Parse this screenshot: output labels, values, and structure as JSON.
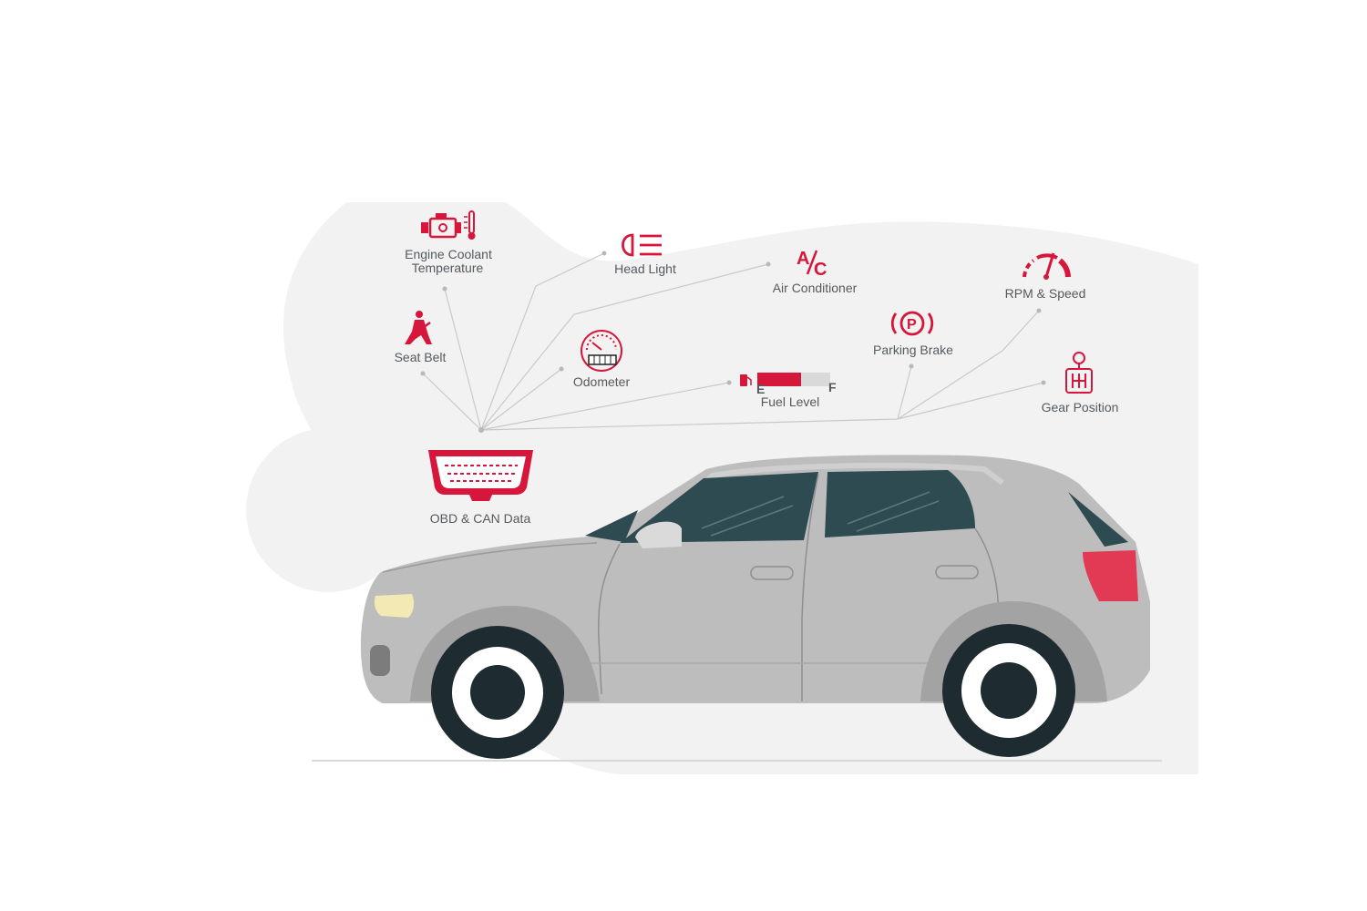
{
  "colors": {
    "accent": "#d6163b",
    "background_blob": "#f2f2f2",
    "car_body": "#bdbdbd",
    "car_dark": "#2f4b52",
    "tire": "#1e2b30",
    "connector": "#c4c4c4",
    "text": "#555a5e"
  },
  "signals": {
    "engine_coolant": {
      "line1": "Engine Coolant",
      "line2": "Temperature",
      "icon": "engine-thermometer-icon"
    },
    "head_light": {
      "label": "Head Light",
      "icon": "headlight-icon"
    },
    "air_conditioner": {
      "label": "Air Conditioner",
      "icon": "ac-icon"
    },
    "rpm_speed": {
      "label": "RPM & Speed",
      "icon": "tachometer-icon"
    },
    "seat_belt": {
      "label": "Seat Belt",
      "icon": "seat-belt-icon"
    },
    "odometer": {
      "label": "Odometer",
      "icon": "odometer-icon"
    },
    "parking_brake": {
      "label": "Parking Brake",
      "icon": "parking-brake-icon"
    },
    "fuel_level": {
      "label": "Fuel Level",
      "empty": "E",
      "full": "F",
      "level": 0.6,
      "icon": "fuel-pump-icon"
    },
    "gear_position": {
      "label": "Gear Position",
      "icon": "gear-shift-icon"
    },
    "obd": {
      "label": "OBD & CAN Data",
      "icon": "obd-connector-icon"
    }
  }
}
